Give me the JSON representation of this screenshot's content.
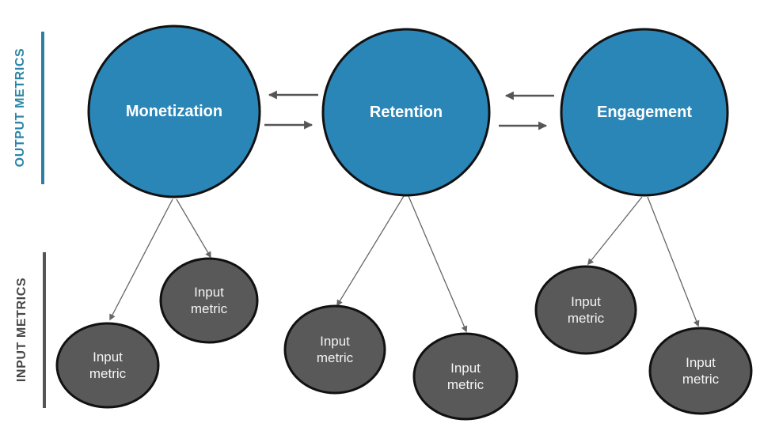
{
  "diagram": {
    "type": "metrics-flow",
    "sections": {
      "output_metrics": {
        "label": "OUTPUT METRICS",
        "color": "#2b86a6"
      },
      "input_metrics": {
        "label": "INPUT METRICS",
        "color": "#474747"
      }
    },
    "output_nodes": [
      {
        "id": "monetization",
        "label": "Monetization"
      },
      {
        "id": "retention",
        "label": "Retention"
      },
      {
        "id": "engagement",
        "label": "Engagement"
      }
    ],
    "flows": [
      {
        "from": "retention",
        "to": "monetization"
      },
      {
        "from": "monetization",
        "to": "retention"
      },
      {
        "from": "engagement",
        "to": "retention"
      },
      {
        "from": "retention",
        "to": "engagement"
      }
    ],
    "input_nodes": [
      {
        "label": "Input metric",
        "parent": "monetization"
      },
      {
        "label": "Input metric",
        "parent": "monetization"
      },
      {
        "label": "Input metric",
        "parent": "retention"
      },
      {
        "label": "Input metric",
        "parent": "retention"
      },
      {
        "label": "Input metric",
        "parent": "engagement"
      },
      {
        "label": "Input metric",
        "parent": "engagement"
      }
    ],
    "colors": {
      "output_node_fill": "#2b86b8",
      "input_node_fill": "#595959",
      "node_stroke": "#111111",
      "flow_arrow": "#555555",
      "connector_arrow": "#666666",
      "background": "#ffffff"
    }
  }
}
